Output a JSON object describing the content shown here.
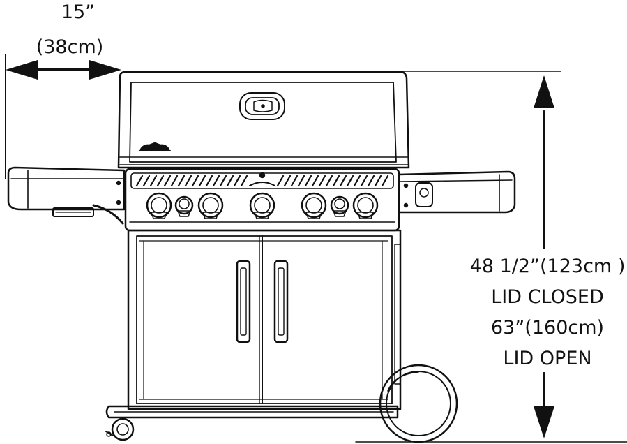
{
  "width_dimension": {
    "inches": "15”",
    "cm": "(38cm)"
  },
  "height_dimension": {
    "closed_value": "48 1/2”(123cm )",
    "closed_label": "LID CLOSED",
    "open_value": "63”(160cm)",
    "open_label": "LID OPEN"
  }
}
